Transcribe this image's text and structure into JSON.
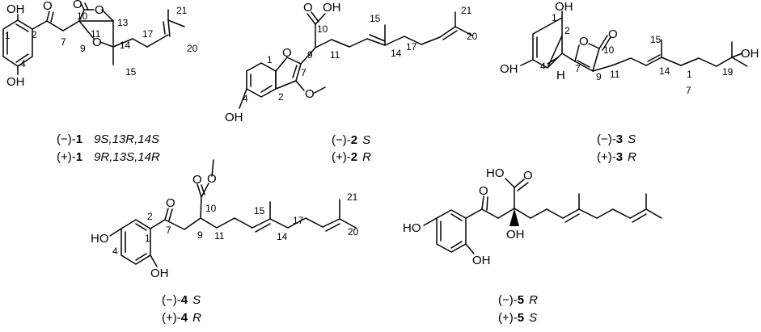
{
  "atoms": {
    "oh": "OH",
    "o": "O",
    "h": "H"
  },
  "numbers": [
    "1",
    "2",
    "4",
    "7",
    "9",
    "10",
    "11",
    "13",
    "14",
    "15",
    "17",
    "19",
    "20",
    "21"
  ],
  "compound1": {
    "line1": {
      "sign": "(−)-",
      "id": "1",
      "cfg": "9S,13R,14S"
    },
    "line2": {
      "sign": "(+)-",
      "id": "1",
      "cfg": "9R,13S,14R"
    }
  },
  "compound2": {
    "line1": {
      "sign": "(−)-",
      "id": "2",
      "cfg": "S"
    },
    "line2": {
      "sign": "(+)-",
      "id": "2",
      "cfg": "R"
    }
  },
  "compound3": {
    "line1": {
      "sign": "(−)-",
      "id": "3",
      "cfg": "S"
    },
    "line2": {
      "sign": "(+)-",
      "id": "3",
      "cfg": "R"
    }
  },
  "compound4": {
    "line1": {
      "sign": "(−)-",
      "id": "4",
      "cfg": "S"
    },
    "line2": {
      "sign": "(+)-",
      "id": "4",
      "cfg": "R"
    }
  },
  "compound5": {
    "line1": {
      "sign": "(−)-",
      "id": "5",
      "cfg": "R"
    },
    "line2": {
      "sign": "(+)-",
      "id": "5",
      "cfg": "S"
    }
  }
}
